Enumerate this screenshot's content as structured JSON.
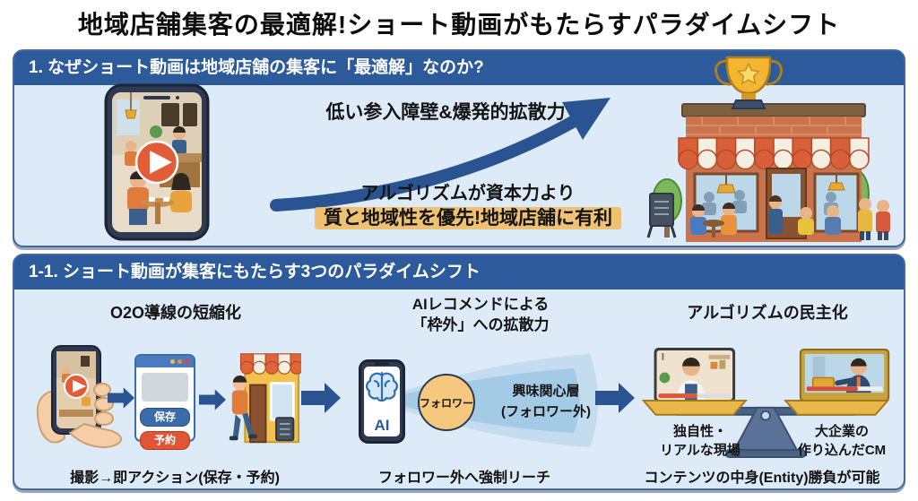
{
  "title": "地域店舗集客の最適解!ショート動画がもたらすパラダイムシフト",
  "section1": {
    "header": "1. なぜショート動画は地域店舗の集客に「最適解」なのか?",
    "barrier_label": "低い参入障壁&爆発的拡散力",
    "algorithm_line1": "アルゴリズムが資本力より",
    "algorithm_line2": "質と地域性を優先!地域店舗に有利"
  },
  "section2": {
    "header": "1-1. ショート動画が集客にもたらす3つのパラダイムシフト",
    "col1": {
      "title": "O2O導線の短縮化",
      "save_label": "保存",
      "reserve_label": "予約",
      "caption": "撮影→即アクション(保存・予約)"
    },
    "col2": {
      "title_line1": "AIレコメンドによる",
      "title_line2": "「枠外」への拡散力",
      "ai_label": "AI",
      "follower_label": "フォロワー",
      "audience_line1": "興味関心層",
      "audience_line2": "(フォロワー外)",
      "caption": "フォロワー外へ強制リーチ"
    },
    "col3": {
      "title": "アルゴリズムの民主化",
      "left_label1": "独自性・",
      "left_label2": "リアルな現場",
      "right_label1": "大企業の",
      "right_label2": "作り込んだCM",
      "caption": "コンテンツの中身(Entity)勝負が可能"
    }
  },
  "colors": {
    "header_blue": "#2d5a9b",
    "panel_bg": "#dcebf7",
    "border_blue": "#44699e",
    "arrow_blue": "#2a5392",
    "highlight_yellow": "#f2ba5c",
    "play_orange": "#e25c3a",
    "save_blue": "#3a6cab",
    "reserve_orange": "#e05535",
    "follower_fill": "#f5c87e",
    "trophy_gold": "#f2b632"
  }
}
